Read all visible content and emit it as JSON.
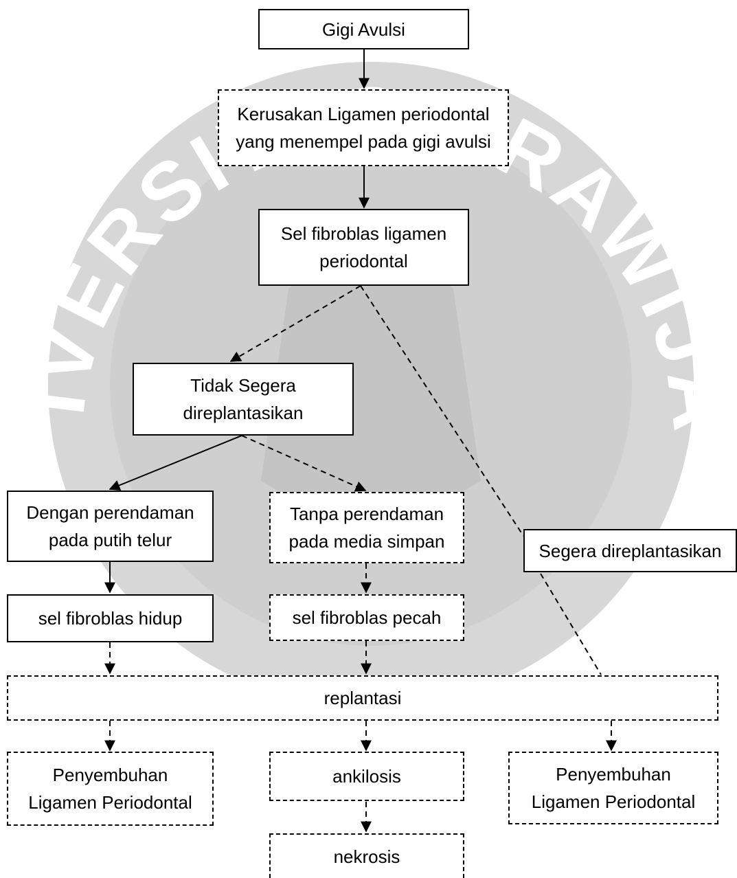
{
  "watermark": {
    "text": "UNIVERSITAS BRAWIJAYA",
    "color": "#c8c8c8"
  },
  "nodes": {
    "gigi_avulsi": "Gigi Avulsi",
    "kerusakan": "Kerusakan Ligamen periodontal yang menempel pada gigi avulsi",
    "sel_fibroblas_ligamen": "Sel fibroblas ligamen periodontal",
    "tidak_segera": "Tidak Segera direplantasikan",
    "segera": "Segera direplantasikan",
    "dengan_perendaman": "Dengan perendaman pada putih telur",
    "tanpa_perendaman": "Tanpa perendaman pada media simpan",
    "sel_hidup": "sel fibroblas hidup",
    "sel_pecah": "sel fibroblas pecah",
    "replantasi": "replantasi",
    "penyembuhan_left": "Penyembuhan Ligamen Periodontal",
    "ankilosis": "ankilosis",
    "penyembuhan_right": "Penyembuhan Ligamen Periodontal",
    "nekrosis": "nekrosis"
  }
}
